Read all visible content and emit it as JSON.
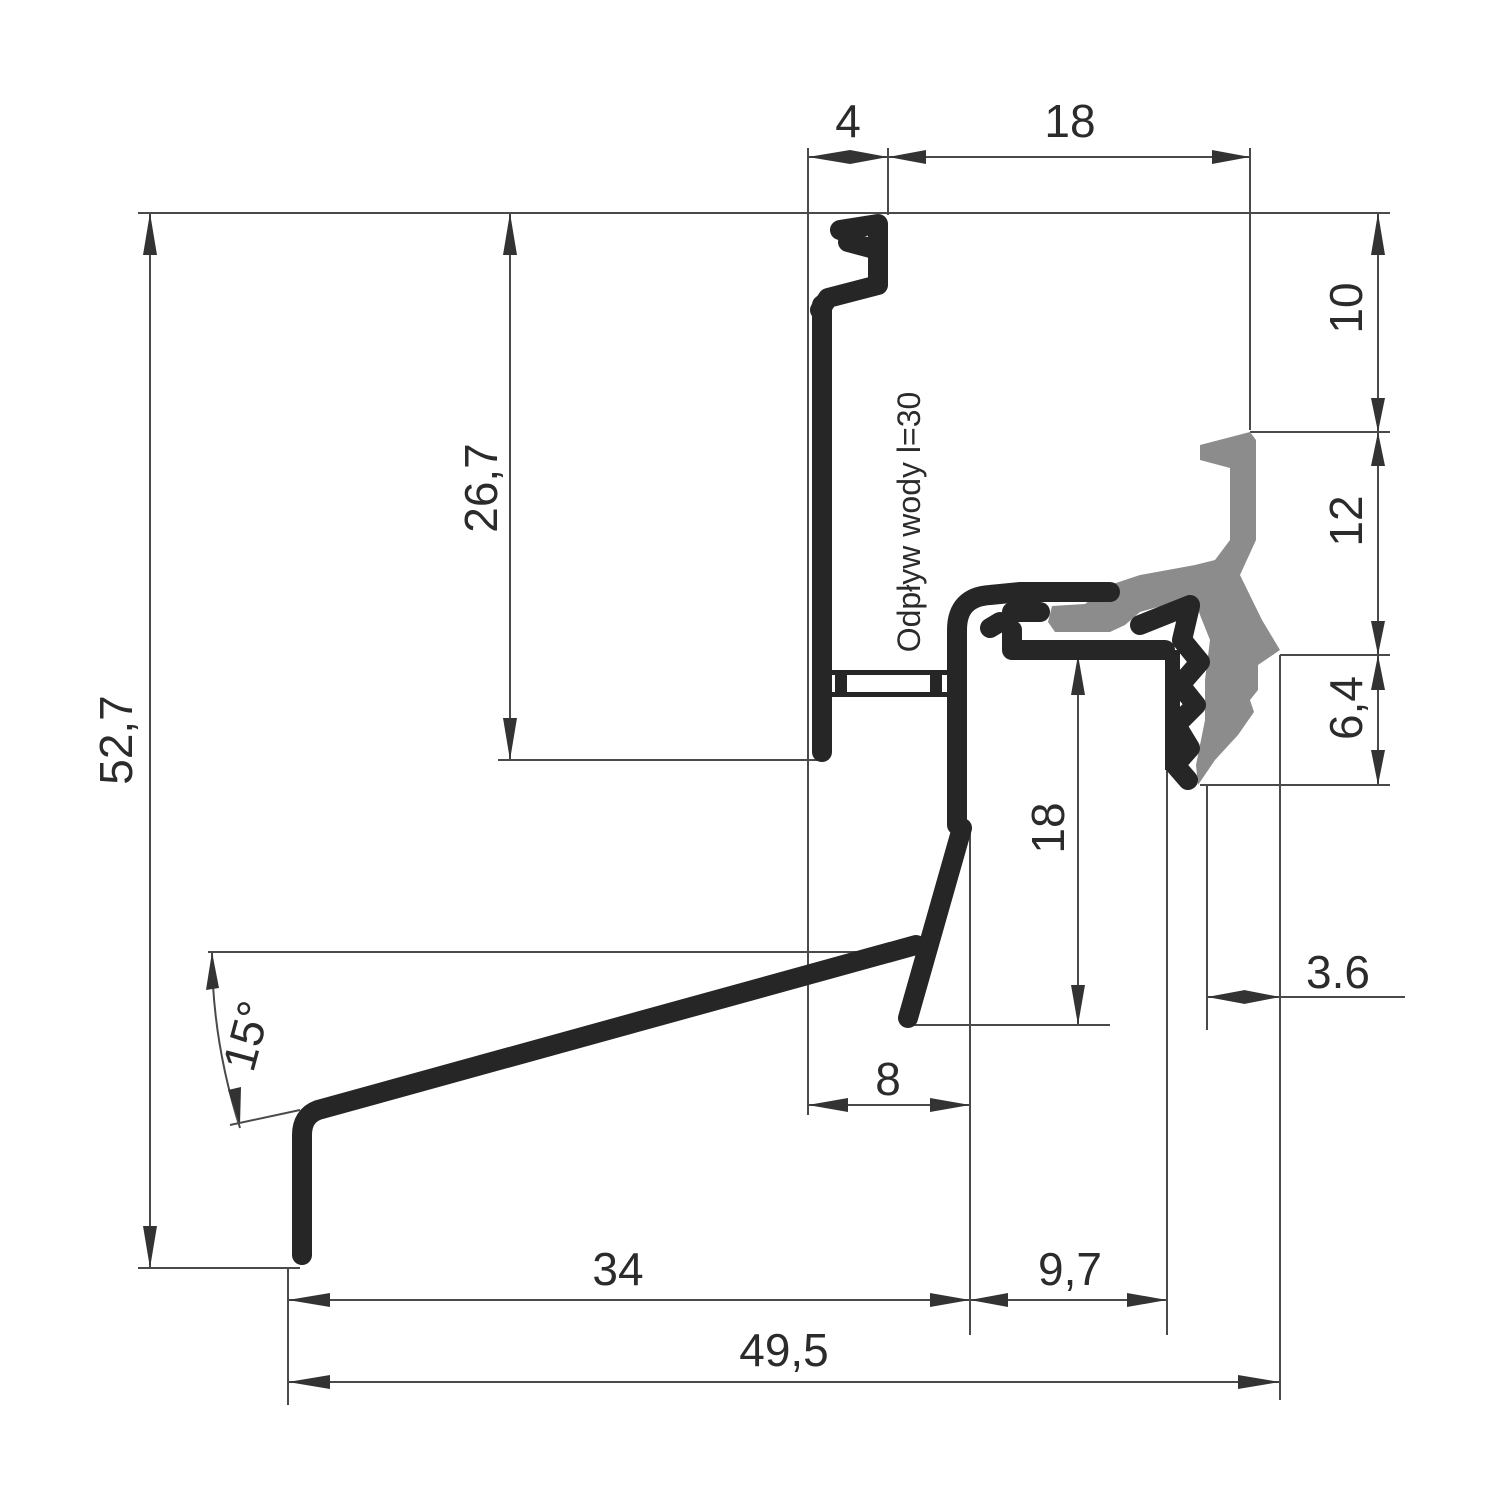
{
  "dimensions": {
    "top_left_width": "4",
    "top_right_width": "18",
    "total_height": "52,7",
    "upper_height": "26,7",
    "right_top_height": "10",
    "right_mid_height": "12",
    "right_low_height": "6,4",
    "inner_height": "18",
    "offset_width": "3.6",
    "bottom_inner_width": "8",
    "angle": "15°",
    "bottom_left_width": "34",
    "bottom_mid_width": "9,7",
    "total_width": "49,5"
  },
  "note": "Odpływ wody l=30",
  "colors": {
    "profile": "#262626",
    "gasket": "#8c8c8c",
    "dimension_lines": "#4a4a4a"
  }
}
